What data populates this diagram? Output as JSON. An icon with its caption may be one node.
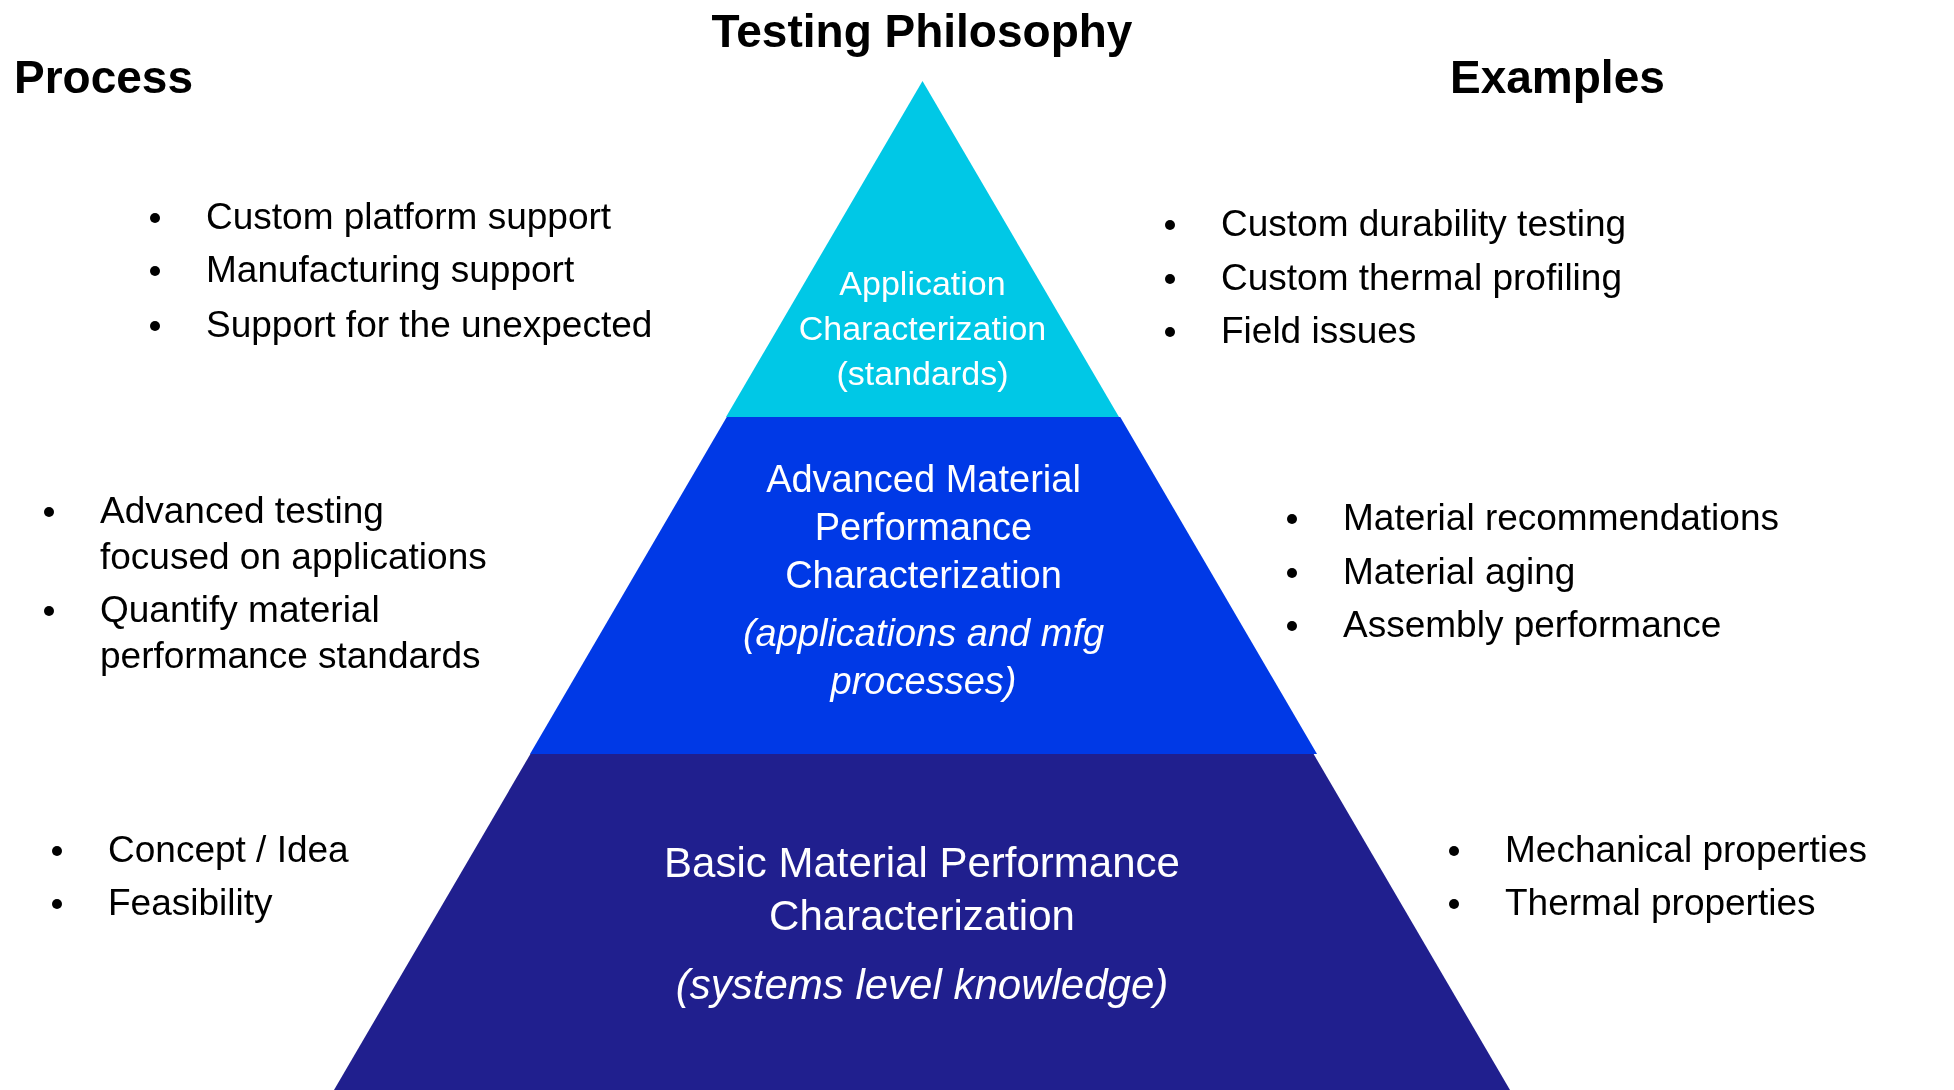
{
  "diagram": {
    "title": "Testing Philosophy",
    "nodes": [
      {
        "text": [
          "Application Characterization",
          "(standards)"
        ]
      },
      {
        "text": [
          "Advanced Material Performance Characterization",
          "(applications and mfg processes)"
        ]
      },
      {
        "text": [
          "Basic Material Performance Characterization",
          "(systems level knowledge)"
        ]
      }
    ],
    "labels": [
      "Process",
      "Examples",
      "Custom platform support",
      "Manufacturing support",
      "Support for the unexpected",
      "Custom durability testing",
      "Custom thermal profiling",
      "Field issues",
      "Advanced testing focused on applications",
      "Quantify material performance standards",
      "Material recommendations",
      "Material aging",
      "Assembly performance",
      "Concept / Idea",
      "Feasibility",
      "Mechanical properties",
      "Thermal properties"
    ]
  }
}
